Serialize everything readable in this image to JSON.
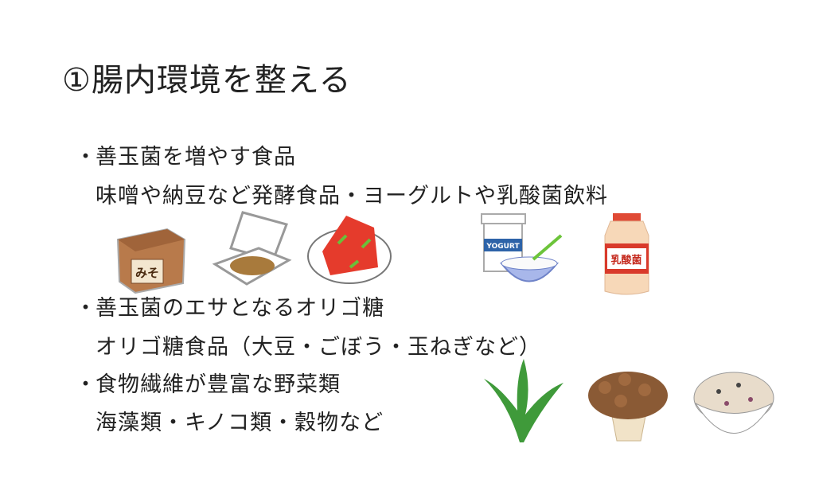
{
  "title": "①腸内環境を整える",
  "sections": [
    {
      "bullet": "・",
      "heading": "善玉菌を増やす食品",
      "detail": "味噌や納豆など発酵食品・ヨーグルトや乳酸菌飲料"
    },
    {
      "bullet": "・",
      "heading": "善玉菌のエサとなるオリゴ糖",
      "detail": "オリゴ糖食品（大豆・ごぼう・玉ねぎなど）"
    },
    {
      "bullet": "・",
      "heading": "食物繊維が豊富な野菜類",
      "detail": "海藻類・キノコ類・穀物など"
    }
  ],
  "illustrations": {
    "miso_label": "みそ",
    "yogurt_label": "YOGURT",
    "drink_label": "乳酸菌"
  }
}
